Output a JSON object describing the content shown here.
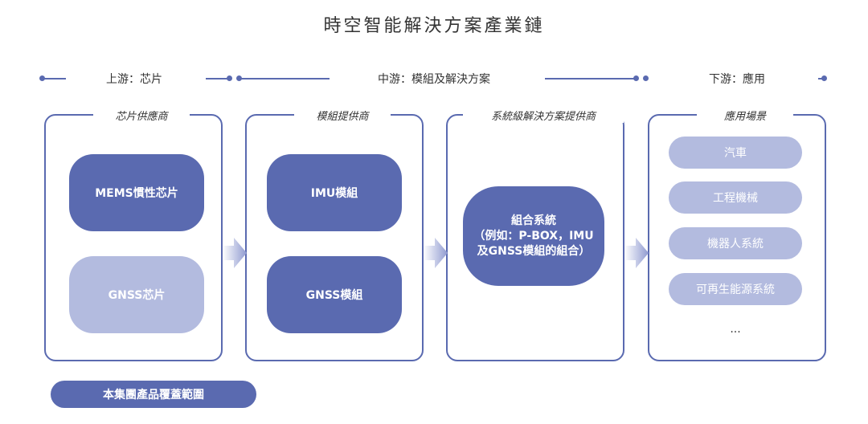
{
  "title": "時空智能解決方案產業鏈",
  "stages": {
    "upstream": "上游：芯片",
    "midstream": "中游：模組及解決方案",
    "downstream": "下游：應用"
  },
  "panels": {
    "chip_suppliers": "芯片供應商",
    "module_suppliers": "模組提供商",
    "system_solution_suppliers": "系統級解決方案提供商",
    "application_scenarios": "應用場景"
  },
  "nodes": {
    "mems_chip": "MEMS慣性芯片",
    "gnss_chip": "GNSS芯片",
    "imu_module": "IMU模組",
    "gnss_module": "GNSS模組",
    "combo_line1": "組合系統",
    "combo_line2": "（例如：P-BOX，IMU",
    "combo_line3": "及GNSS模組的組合）"
  },
  "applications": [
    "汽車",
    "工程機械",
    "機器人系統",
    "可再生能源系統"
  ],
  "ellipsis": "...",
  "legend": "本集團產品覆蓋範圍",
  "colors": {
    "dark_fill": "#5a6ab0",
    "light_fill": "#b3bbdf",
    "border": "#5a6ab0"
  }
}
